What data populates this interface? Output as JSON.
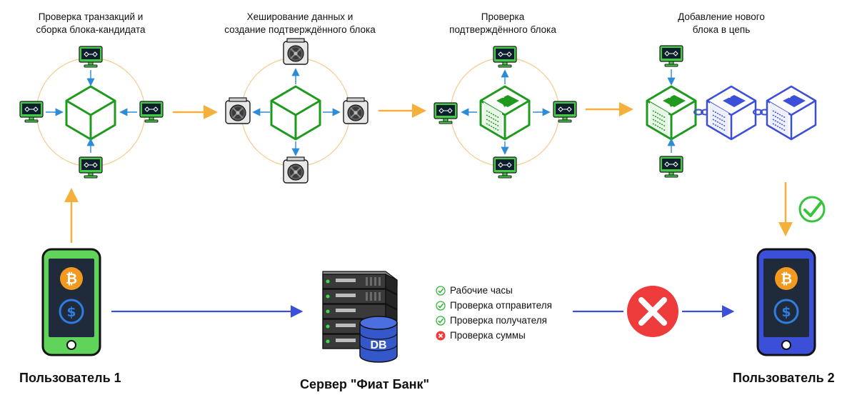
{
  "captions": {
    "step1": [
      "Проверка транзакций и",
      "сборка блока-кандидата"
    ],
    "step2": [
      "Хеширование данных и",
      "создание подтверждённого блока"
    ],
    "step3": [
      "Проверка",
      "подтверждённого блока"
    ],
    "step4": [
      "Добавление нового",
      "блока в цепь"
    ]
  },
  "users": {
    "user1": "Пользователь 1",
    "user2": "Пользователь 2"
  },
  "server": {
    "label": "Сервер \"Фиат Банк\"",
    "db_label": "DB"
  },
  "checklist": [
    {
      "text": "Рабочие часы",
      "status": "ok"
    },
    {
      "text": "Проверка отправителя",
      "status": "ok"
    },
    {
      "text": "Проверка получателя",
      "status": "ok"
    },
    {
      "text": "Проверка суммы",
      "status": "fail"
    }
  ],
  "colors": {
    "green": "#1f9a1f",
    "blue": "#3b4fd8",
    "orange": "#f5b03c",
    "arrow_blue": "#2e8bd6",
    "red": "#ee3b3b"
  },
  "icons": {
    "bitcoin": "bitcoin-icon",
    "dollar": "dollar-icon",
    "lock": "lock-icon",
    "check": "check-icon",
    "cross": "cross-icon"
  }
}
